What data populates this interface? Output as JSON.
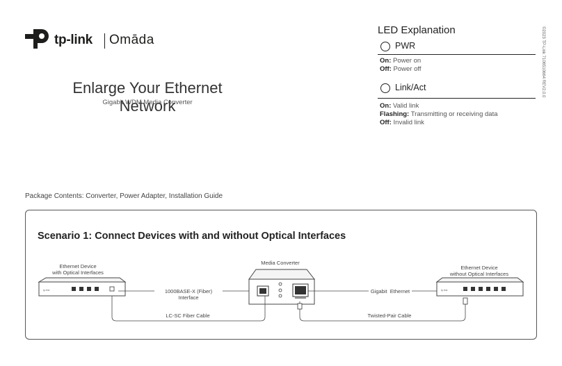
{
  "logo": {
    "brand": "tp-link",
    "sub_brand": "Omāda"
  },
  "title": "Enlarge Your Ethernet Network",
  "subtitle": "Gigabit WDM Media Converter",
  "led": {
    "heading": "LED Explanation",
    "items": [
      {
        "name": "PWR",
        "states": [
          {
            "label": "On:",
            "text": "Power on"
          },
          {
            "label": "Off:",
            "text": "Power off"
          }
        ]
      },
      {
        "name": "Link/Act",
        "states": [
          {
            "label": "On:",
            "text": "Valid link"
          },
          {
            "label": "Flashing:",
            "text": "Transmitting or receiving data"
          },
          {
            "label": "Off:",
            "text": "Invalid link"
          }
        ]
      }
    ]
  },
  "vertical_note": "©2023 TP-Link 7106510664 REV2.0.0",
  "package_contents": "Package Contents: Converter, Power Adapter, Installation Guide",
  "scenario": {
    "title": "Scenario 1: Connect Devices with and without Optical Interfaces",
    "left_device_line1": "Ethernet Device",
    "left_device_line2": "with Optical Interfaces",
    "center_device": "Media Converter",
    "right_device_line1": "Ethernet Device",
    "right_device_line2": "without Optical Interfaces",
    "fiber_interface": "1000BASE-X (Fiber) Interface",
    "gigabit_ethernet": "Gigabit  Ethernet",
    "fiber_cable": "LC-SC Fiber Cable",
    "twisted_pair_cable": "Twisted-Pair Cable"
  }
}
